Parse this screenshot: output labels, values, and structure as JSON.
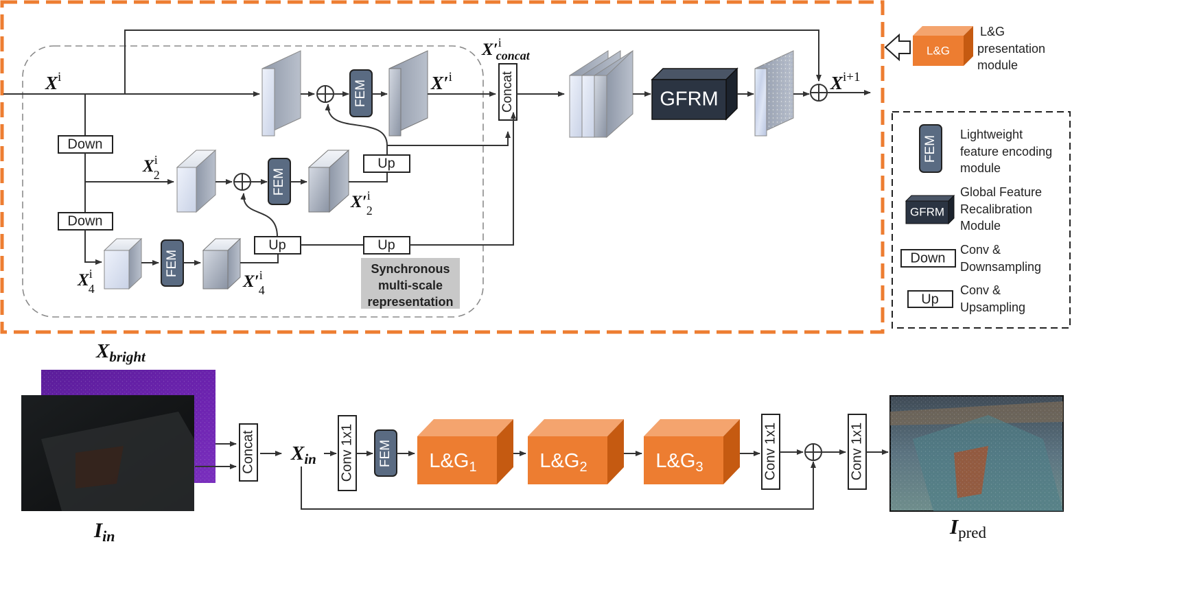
{
  "top_module": {
    "x_i": "X",
    "x_i_sup": "i",
    "x_prime_i": "X′",
    "x_prime_i_sup": "i",
    "x_concat": "X′",
    "x_concat_sup": "i",
    "x_concat_sub": "concat",
    "x_next": "X",
    "x_next_sup": "i+1",
    "x2": "X",
    "x2_sup": "i",
    "x2_sub": "2",
    "x2_prime": "X′",
    "x2_prime_sup": "i",
    "x2_prime_sub": "2",
    "x4": "X",
    "x4_sup": "i",
    "x4_sub": "4",
    "x4_prime": "X′",
    "x4_prime_sup": "i",
    "x4_prime_sub": "4",
    "fem": "FEM",
    "down": "Down",
    "up": "Up",
    "concat": "Concat",
    "gfrm": "GFRM",
    "sync_label": [
      "Synchronous",
      "multi-scale",
      "representation"
    ]
  },
  "legend": {
    "lg_box": "L&G",
    "lg_desc": [
      "L&G",
      "presentation",
      "module"
    ],
    "fem_desc": [
      "Lightweight",
      "feature encoding",
      "module"
    ],
    "gfrm_box": "GFRM",
    "gfrm_desc": [
      "Global Feature",
      "Recalibration",
      "Module"
    ],
    "down_box": "Down",
    "down_desc": [
      "Conv &",
      "Downsampling"
    ],
    "up_box": "Up",
    "up_desc": [
      "Conv &",
      "Upsampling"
    ]
  },
  "bottom_pipeline": {
    "x_bright": "X",
    "x_bright_sub": "bright",
    "i_in": "I",
    "i_in_sub": "in",
    "concat": "Concat",
    "x_in": "X",
    "x_in_sub": "in",
    "conv1": "Conv 1x1",
    "fem": "FEM",
    "lg_label": "L&G",
    "lg1_sub": "1",
    "lg2_sub": "2",
    "lg3_sub": "3",
    "conv2": "Conv 1x1",
    "conv3": "Conv 1x1",
    "i_pred": "I",
    "i_pred_sub": "pred"
  },
  "colors": {
    "orange_border": "#ED7D31",
    "lg_front": "#ED7D31",
    "lg_top": "#F4A46E",
    "lg_side": "#C55A11",
    "fem_fill": "#5A6B82",
    "gfrm_front": "#2B3442",
    "sync_bg": "#C8C8C8"
  },
  "icons": [
    "hollow-left-arrow-icon",
    "plus-circle-icon"
  ]
}
